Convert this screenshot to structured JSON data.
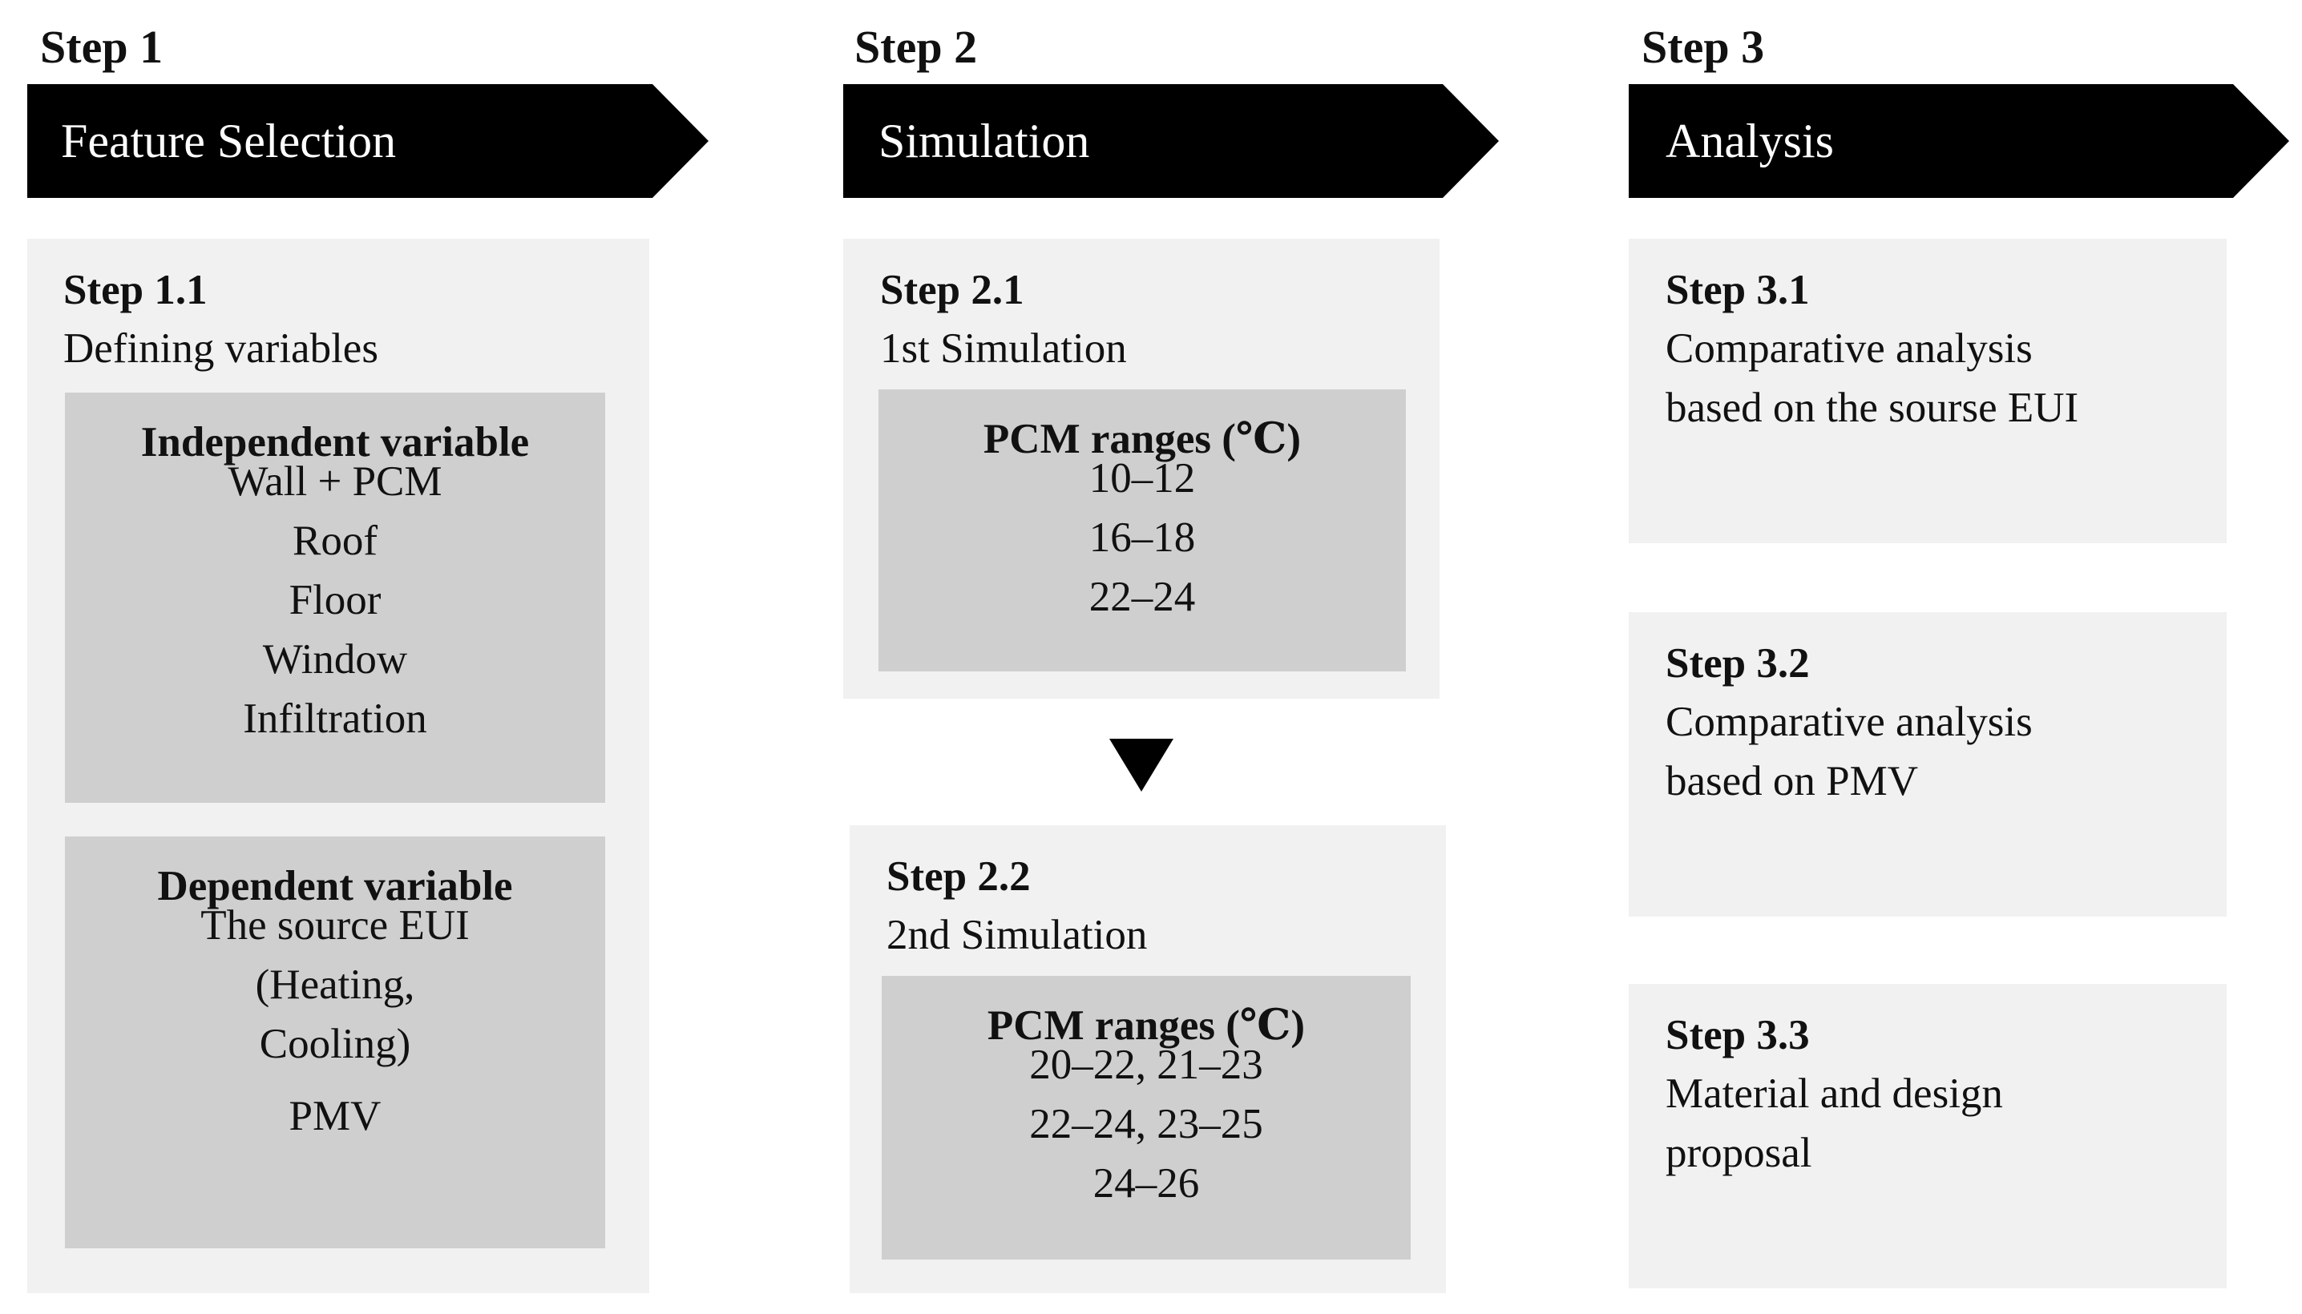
{
  "step1": {
    "title": "Step 1",
    "banner": "Feature Selection",
    "sub": {
      "title": "Step 1.1",
      "desc": "Defining variables",
      "independent": {
        "heading": "Independent variable",
        "items": [
          "Wall + PCM",
          "Roof",
          "Floor",
          "Window",
          "Infiltration"
        ]
      },
      "dependent": {
        "heading": "Dependent variable",
        "items": [
          "The source EUI",
          "(Heating,",
          "Cooling)",
          "PMV"
        ]
      }
    }
  },
  "step2": {
    "title": "Step 2",
    "banner": "Simulation",
    "sub1": {
      "title": "Step 2.1",
      "desc": "1st Simulation",
      "heading": "PCM ranges (℃)",
      "items": [
        "10–12",
        "16–18",
        "22–24"
      ]
    },
    "sub2": {
      "title": "Step 2.2",
      "desc": "2nd Simulation",
      "heading": "PCM ranges (℃)",
      "items": [
        "20–22, 21–23",
        "22–24, 23–25",
        "24–26"
      ]
    }
  },
  "step3": {
    "title": "Step 3",
    "banner": "Analysis",
    "sub1": {
      "title": "Step 3.1",
      "desc": [
        "Comparative analysis",
        "based on the sourse EUI"
      ]
    },
    "sub2": {
      "title": "Step 3.2",
      "desc": [
        "Comparative analysis",
        "based on PMV"
      ]
    },
    "sub3": {
      "title": "Step 3.3",
      "desc": [
        "Material and design",
        "proposal"
      ]
    }
  },
  "colors": {
    "banner": "#000000",
    "panel": "#f1f1f1",
    "inner_box": "#d0cfcf",
    "text": "#111111"
  }
}
